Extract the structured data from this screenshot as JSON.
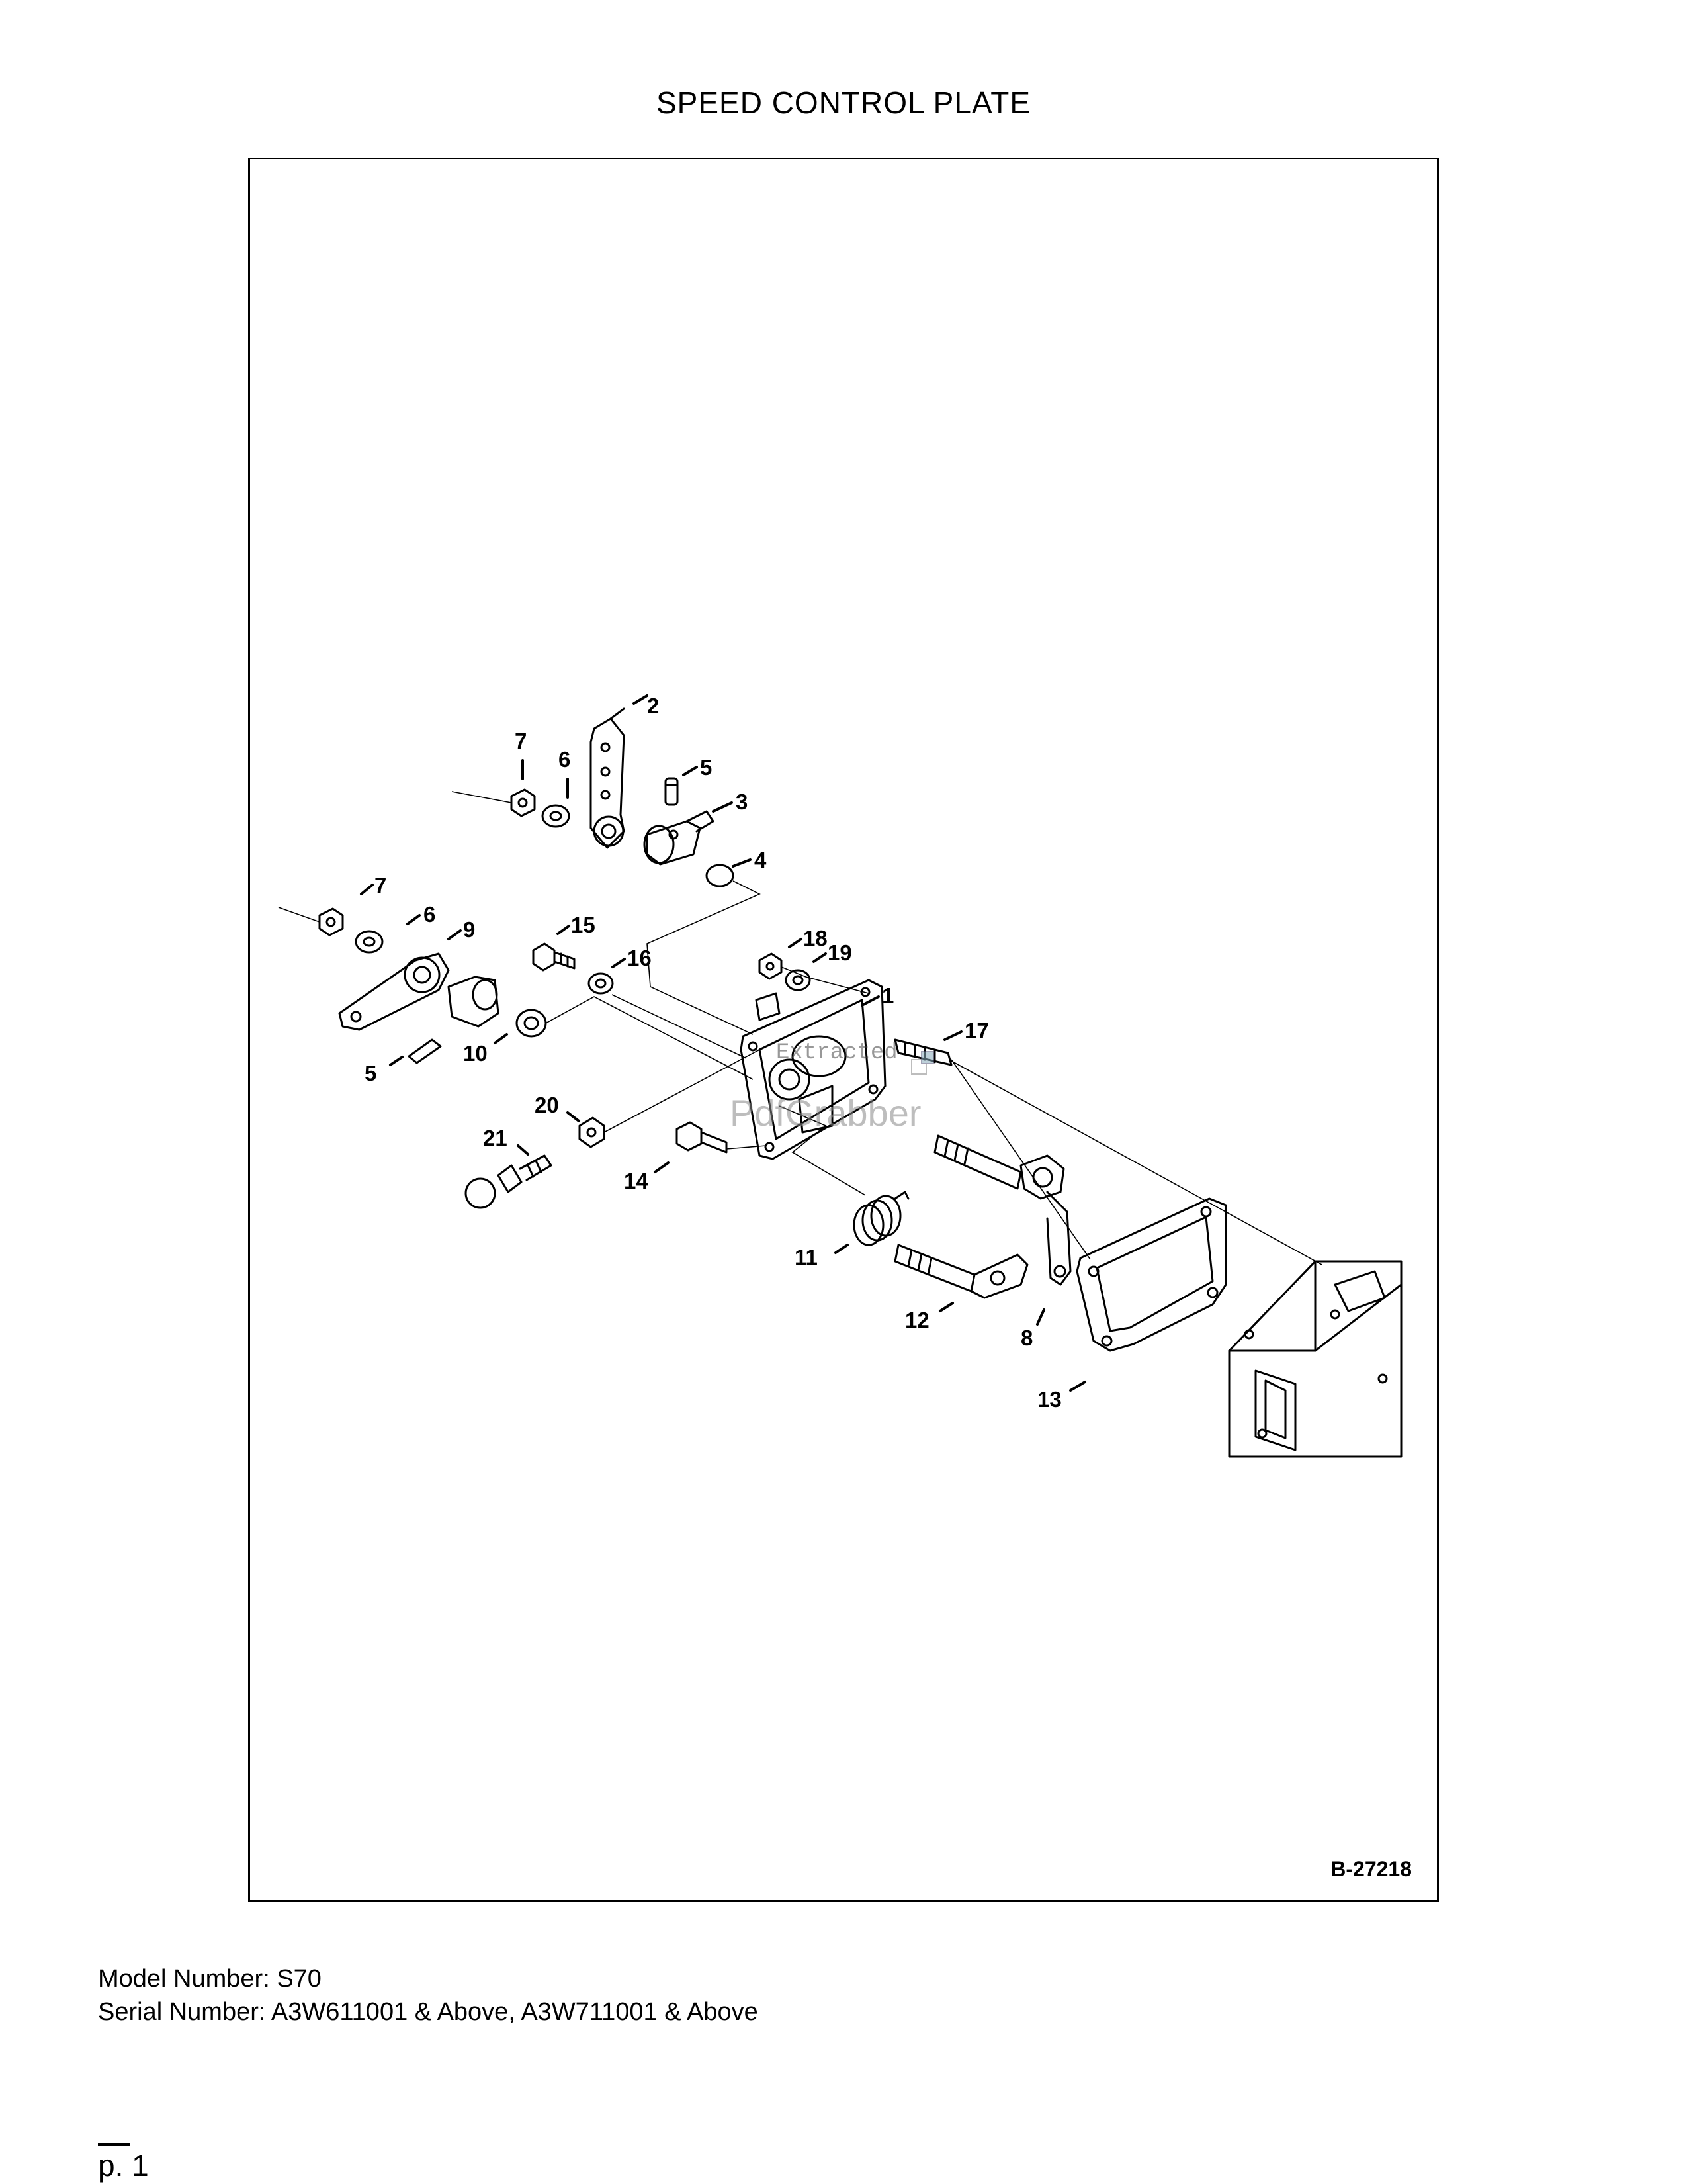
{
  "title": "SPEED CONTROL PLATE",
  "figure_id": "B-27218",
  "watermark": {
    "line1": "Extracted",
    "line2": "PdfGrabber"
  },
  "footer": {
    "model": "Model Number: S70",
    "serial": "Serial Number: A3W611001 & Above, A3W711001 & Above"
  },
  "page": "p. 1",
  "callouts": {
    "c1": "1",
    "c2": "2",
    "c3": "3",
    "c4": "4",
    "c5a": "5",
    "c5b": "5",
    "c6a": "6",
    "c6b": "6",
    "c7a": "7",
    "c7b": "7",
    "c8": "8",
    "c9": "9",
    "c10": "10",
    "c11": "11",
    "c12": "12",
    "c13": "13",
    "c14": "14",
    "c15": "15",
    "c16": "16",
    "c17": "17",
    "c18": "18",
    "c19": "19",
    "c20": "20",
    "c21": "21"
  }
}
